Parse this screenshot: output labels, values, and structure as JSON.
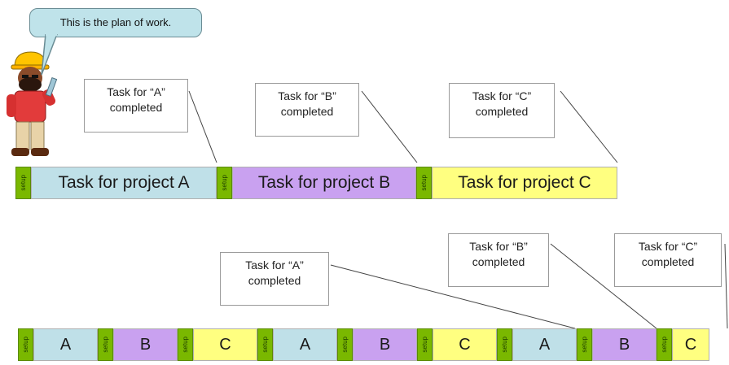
{
  "speech_bubble": {
    "text": "This is the plan of work."
  },
  "top_callouts": [
    {
      "line1": "Task for “A”",
      "line2": "completed"
    },
    {
      "line1": "Task for “B”",
      "line2": "completed"
    },
    {
      "line1": "Task for “C”",
      "line2": "completed"
    }
  ],
  "bottom_callouts": [
    {
      "line1": "Task for “A”",
      "line2": "completed"
    },
    {
      "line1": "Task for “B”",
      "line2": "completed"
    },
    {
      "line1": "Task for “C”",
      "line2": "completed"
    }
  ],
  "setup_label": "setup",
  "top_bar": [
    {
      "label": "Task for project A",
      "color": "#bfe0e8"
    },
    {
      "label": "Task for project B",
      "color": "#c9a1f0"
    },
    {
      "label": "Task for project C",
      "color": "#ffff80"
    }
  ],
  "bottom_bar": [
    "A",
    "B",
    "C",
    "A",
    "B",
    "C",
    "A",
    "B",
    "C"
  ],
  "colors": {
    "setup": "#7ab800",
    "A": "#bfe0e8",
    "B": "#c9a1f0",
    "C": "#ffff80"
  }
}
